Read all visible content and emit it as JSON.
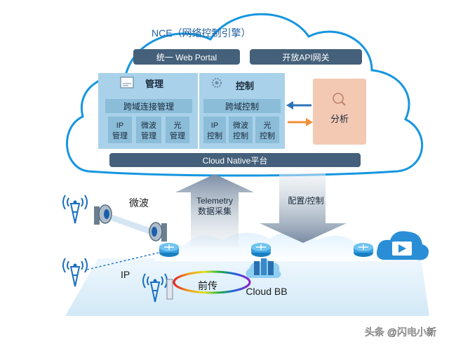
{
  "nce": {
    "title": "NCE（网络控制引擎）",
    "web_portal": "统一 Web Portal",
    "open_api": "开放API网关",
    "manage": {
      "title": "管理",
      "cross_domain": "跨域连接管理",
      "cells": [
        [
          "IP",
          "管理"
        ],
        [
          "微波",
          "管理"
        ],
        [
          "光",
          "管理"
        ]
      ]
    },
    "control": {
      "title": "控制",
      "cross_domain": "跨域控制",
      "cells": [
        [
          "IP",
          "控制"
        ],
        [
          "微波",
          "控制"
        ],
        [
          "光",
          "控制"
        ]
      ]
    },
    "analysis": "分析",
    "platform": "Cloud  Native平台"
  },
  "arrows": {
    "telemetry_line1": "Telemetry",
    "telemetry_line2": "数据采集",
    "config": "配置/控制"
  },
  "network": {
    "microwave": "微波",
    "ip": "IP",
    "fronthaul": "前传",
    "cloud_bb": "Cloud BB"
  },
  "watermark": "头条 @闪电小新",
  "colors": {
    "cloud_outline": "#1596e0",
    "title_blue": "#1f5fa0",
    "dark_bar": "#44607a",
    "panel": "#a9d1ea",
    "cell": "#8bbcd8",
    "analysis": "#f4c9b4",
    "arrow_blue": "#2c73b8",
    "arrow_orange": "#f0903a"
  }
}
